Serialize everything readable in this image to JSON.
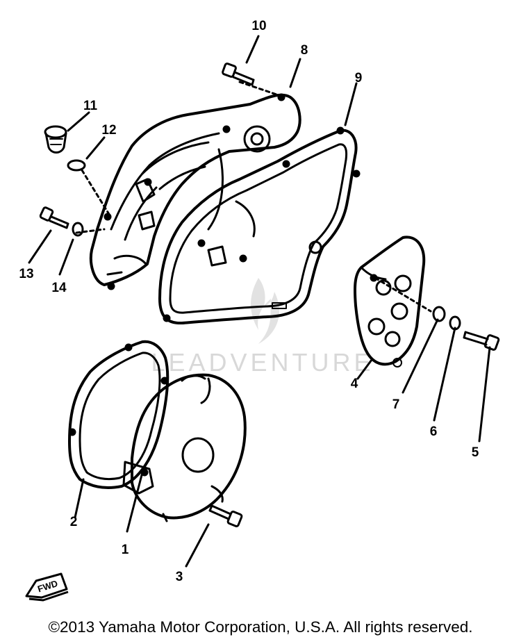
{
  "diagram": {
    "watermark": "LEADVENTURE",
    "copyright": "©2013 Yamaha Motor Corporation, U.S.A. All rights reserved.",
    "fwd_label": "FWD",
    "callouts": [
      "1",
      "2",
      "3",
      "4",
      "5",
      "6",
      "7",
      "8",
      "9",
      "10",
      "11",
      "12",
      "13",
      "14"
    ]
  },
  "colors": {
    "ink": "#000000",
    "watermark": "#d8d8d8",
    "background": "#ffffff"
  }
}
